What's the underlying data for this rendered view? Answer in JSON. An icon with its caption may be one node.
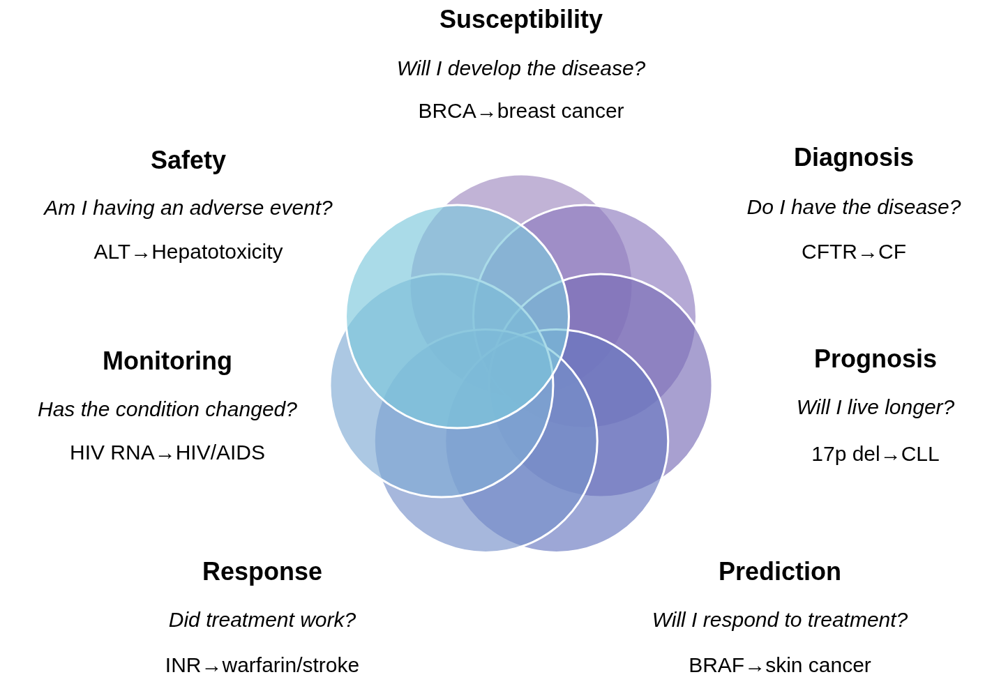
{
  "diagram": {
    "labels": [
      "Susceptibility",
      "Will I develop the disease?",
      "BRCA→breast cancer",
      "Safety",
      "Am I having an adverse event?",
      "ALT→Hepatotoxicity",
      "Diagnosis",
      "Do I have the disease?",
      "CFTR→CF",
      "Monitoring",
      "Has the condition changed?",
      "HIV RNA→HIV/AIDS",
      "Prognosis",
      "Will I live longer?",
      "17p del→CLL",
      "Response",
      "Did treatment work?",
      "INR→warfarin/stroke",
      "Prediction",
      "Will I respond to treatment?",
      "BRAF→skin cancer"
    ]
  }
}
